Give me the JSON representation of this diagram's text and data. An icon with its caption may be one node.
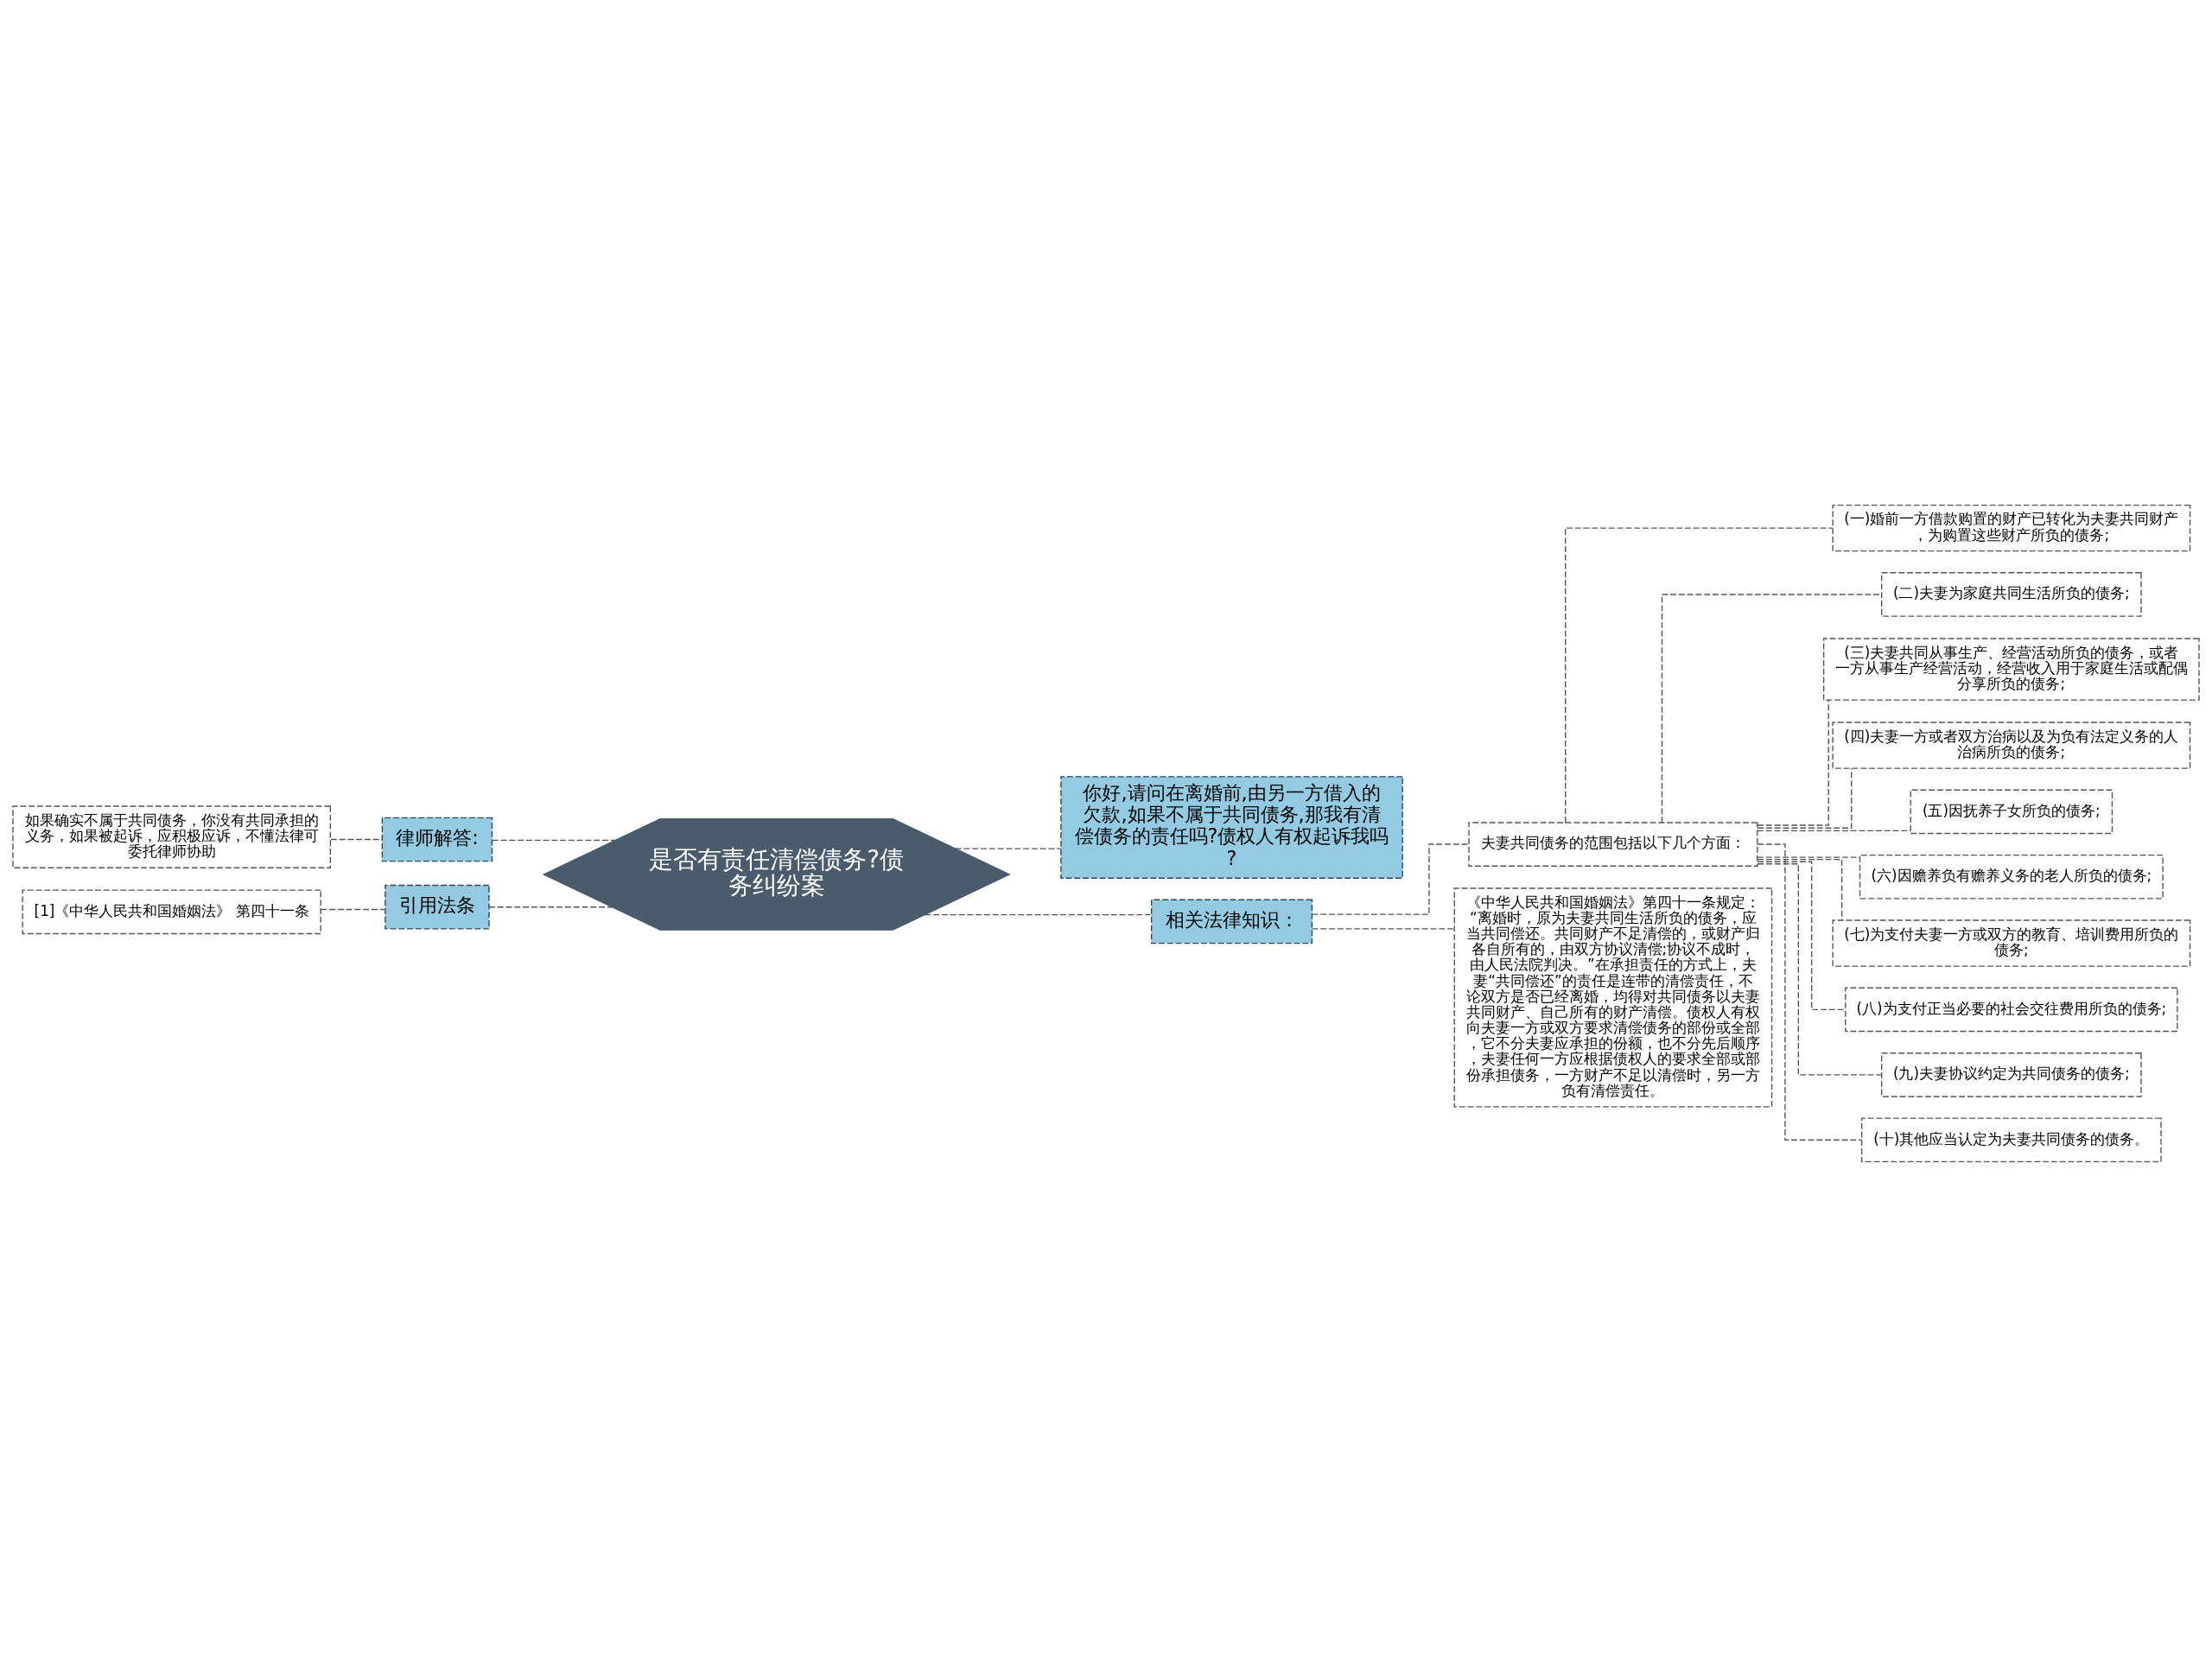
{
  "diagram": {
    "nodes": [
      {
        "text": [
          "是否有责任清偿债务?债务纠纷案"
        ]
      },
      {
        "text": [
          "你好,请问在离婚前,由另一方借入的欠款,如果不属于共同债务,那我有清偿债务的责任吗?债权人有权起诉我吗?"
        ]
      },
      {
        "text": [
          "相关法律知识："
        ]
      },
      {
        "text": [
          "夫妻共同债务的范围包括以下几个方面："
        ]
      },
      {
        "text": [
          "(一)婚前一方借款购置的财产已转化为夫妻共同财产，为购置这些财产所负的债务;"
        ]
      },
      {
        "text": [
          "(二)夫妻为家庭共同生活所负的债务;"
        ]
      },
      {
        "text": [
          "(三)夫妻共同从事生产、经营活动所负的债务，或者一方从事生产经营活动，经营收入用于家庭生活或配偶分享所负的债务;"
        ]
      },
      {
        "text": [
          "(四)夫妻一方或者双方治病以及为负有法定义务的人治病所负的债务;"
        ]
      },
      {
        "text": [
          "(五)因抚养子女所负的债务;"
        ]
      },
      {
        "text": [
          "(六)因赡养负有赡养义务的老人所负的债务;"
        ]
      },
      {
        "text": [
          "(七)为支付夫妻一方或双方的教育、培训费用所负的债务;"
        ]
      },
      {
        "text": [
          "(八)为支付正当必要的社会交往费用所负的债务;"
        ]
      },
      {
        "text": [
          "(九)夫妻协议约定为共同债务的债务;"
        ]
      },
      {
        "text": [
          "(十)其他应当认定为夫妻共同债务的债务。"
        ]
      },
      {
        "text": [
          "《中华人民共和国婚姻法》第四十一条规定：“离婚时，原为夫妻共同生活所负的债务，应当共同偿还。共同财产不足清偿的，或财产归各自所有的，由双方协议清偿;协议不成时，由人民法院判决。”在承担责任的方式上，夫妻“共同偿还”的责任是连带的清偿责任，不论双方是否已经离婚，均得对共同债务以夫妻共同财产、自己所有的财产清偿。债权人有权向夫妻一方或双方要求清偿债务的部份或全部，它不分夫妻应承担的份额，也不分先后顺序，夫妻任何一方应根据债权人的要求全部或部份承担债务，一方财产不足以清偿时，另一方负有清偿责任。"
        ]
      },
      {
        "text": [
          "律师解答:"
        ]
      },
      {
        "text": [
          "如果确实不属于共同债务，你没有共同承担的义务，如果被起诉，应积极应诉，不懂法律可委托律师协助"
        ]
      },
      {
        "text": [
          "引用法条"
        ]
      },
      {
        "text": [
          "[1]《中华人民共和国婚姻法》 第四十一条"
        ]
      }
    ],
    "edges": [
      {
        "from": 0,
        "to": 1,
        "arrow": "none",
        "style": "dashed"
      },
      {
        "from": 0,
        "to": 2,
        "arrow": "none",
        "style": "dashed"
      },
      {
        "from": 2,
        "to": 3,
        "arrow": "none",
        "style": "dashed"
      },
      {
        "from": 3,
        "to": 4,
        "arrow": "none",
        "style": "dashed"
      },
      {
        "from": 3,
        "to": 5,
        "arrow": "none",
        "style": "dashed"
      },
      {
        "from": 3,
        "to": 6,
        "arrow": "none",
        "style": "dashed"
      },
      {
        "from": 3,
        "to": 7,
        "arrow": "none",
        "style": "dashed"
      },
      {
        "from": 3,
        "to": 8,
        "arrow": "none",
        "style": "dashed"
      },
      {
        "from": 3,
        "to": 9,
        "arrow": "none",
        "style": "dashed"
      },
      {
        "from": 3,
        "to": 10,
        "arrow": "none",
        "style": "dashed"
      },
      {
        "from": 3,
        "to": 11,
        "arrow": "none",
        "style": "dashed"
      },
      {
        "from": 3,
        "to": 12,
        "arrow": "none",
        "style": "dashed"
      },
      {
        "from": 3,
        "to": 13,
        "arrow": "none",
        "style": "dashed"
      },
      {
        "from": 2,
        "to": 14,
        "arrow": "none",
        "style": "dashed"
      },
      {
        "from": 0,
        "to": 15,
        "arrow": "none",
        "style": "dashed"
      },
      {
        "from": 15,
        "to": 16,
        "arrow": "none",
        "style": "dashed"
      },
      {
        "from": 0,
        "to": 17,
        "arrow": "none",
        "style": "dashed"
      },
      {
        "from": 17,
        "to": 18,
        "arrow": "none",
        "style": "dashed"
      }
    ]
  }
}
